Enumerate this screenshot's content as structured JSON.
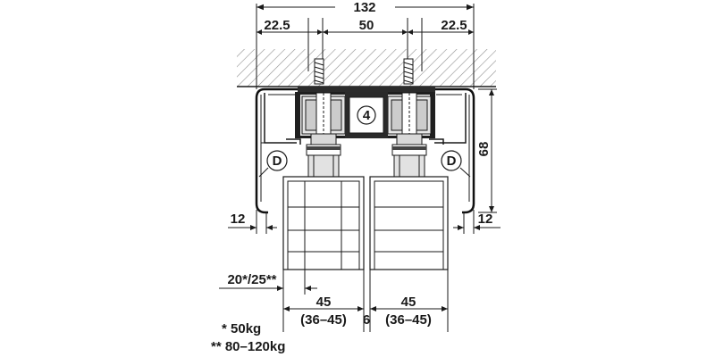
{
  "dimensions": {
    "overall_width": "132",
    "left_offset": "22.5",
    "center_spacing": "50",
    "right_offset": "22.5",
    "height": "68",
    "left_edge": "12",
    "right_edge": "12",
    "door_thickness": "20*/25**",
    "left_door_width": "45",
    "left_door_range": "(36–45)",
    "door_gap": "6",
    "right_door_width": "45",
    "right_door_range": "(36–45)"
  },
  "callouts": {
    "spacer": "4",
    "left_profile": "D",
    "right_profile": "D"
  },
  "notes": {
    "weight_single": "* 50kg",
    "weight_double": "** 80–120kg"
  },
  "colors": {
    "line": "#1a1a1a",
    "hatch": "#9a9a9a",
    "fill_light": "#e8e8e8",
    "fill_mid": "#cfcfcf"
  }
}
